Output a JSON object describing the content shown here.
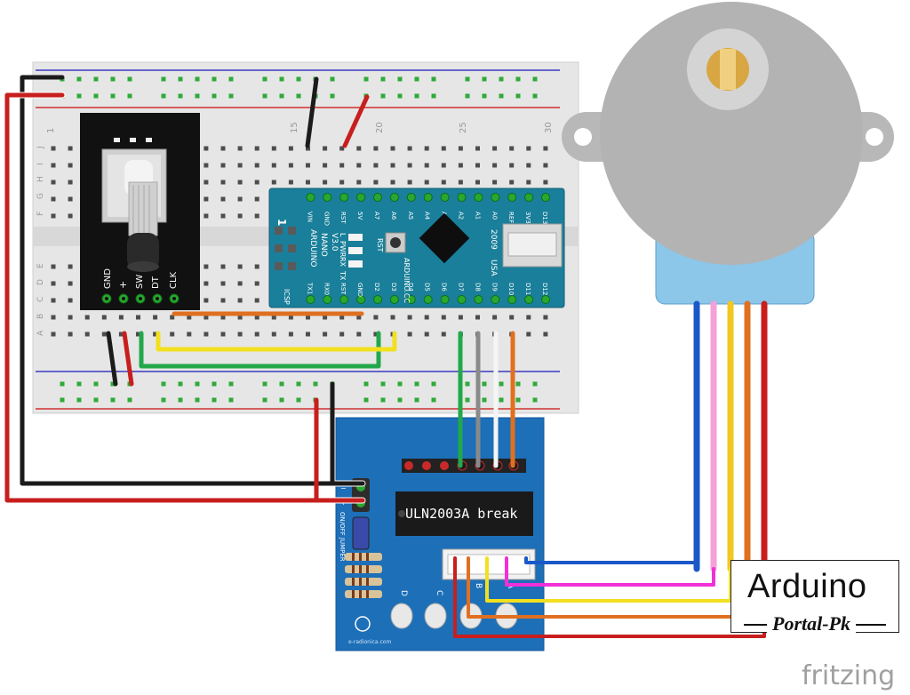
{
  "chip": {
    "label": "ULN2003A break"
  },
  "nano": {
    "name": "ARDUINO",
    "model": "NANO",
    "version": "V3.0",
    "site": "ARDUINO.CC",
    "year": "2009",
    "usa": "USA",
    "icsp": "ICSP",
    "one": "1",
    "rst": "RST",
    "leds": [
      "L",
      "PWR",
      "RX",
      "TX"
    ],
    "top_pins": [
      "D13",
      "3V3",
      "REF",
      "A0",
      "A1",
      "A2",
      "A3",
      "A4",
      "A5",
      "A6",
      "A7",
      "5V",
      "RST",
      "GND",
      "VIN"
    ],
    "bottom_pins": [
      "D12",
      "D11",
      "D10",
      "D9",
      "D8",
      "D7",
      "D6",
      "D5",
      "D4",
      "D3",
      "D2",
      "GND",
      "RST",
      "RX0",
      "TX1"
    ]
  },
  "encoder": {
    "pins": [
      "GND",
      "+",
      "SW",
      "DT",
      "CLK"
    ]
  },
  "breadboard": {
    "col_numbers": [
      "1",
      "15",
      "20",
      "25",
      "30"
    ],
    "row_letters_top": [
      "J",
      "I",
      "H",
      "G",
      "F"
    ],
    "row_letters_bottom": [
      "E",
      "D",
      "C",
      "B",
      "A"
    ]
  },
  "driver": {
    "jumper": "ON/OFF JUMPER",
    "pwr_minus": "−",
    "pwr_plus": "+",
    "leds": [
      "D",
      "C",
      "B",
      "A"
    ],
    "brand": "e-radionica.com"
  },
  "logo": {
    "title": "Arduino",
    "subtitle": "Portal-Pk"
  },
  "watermark": "fritzing",
  "colors": {
    "board_blue": "#1d6fb8",
    "nano_teal": "#1a7f9a",
    "wire_red": "#c81e1e",
    "wire_black": "#1b1b1b",
    "wire_orange": "#e07020",
    "wire_yellow": "#f2e020",
    "wire_green": "#22a84a",
    "wire_pink": "#f070c8",
    "wire_blue": "#1a58c8",
    "motor_gray": "#b8b8b8"
  }
}
